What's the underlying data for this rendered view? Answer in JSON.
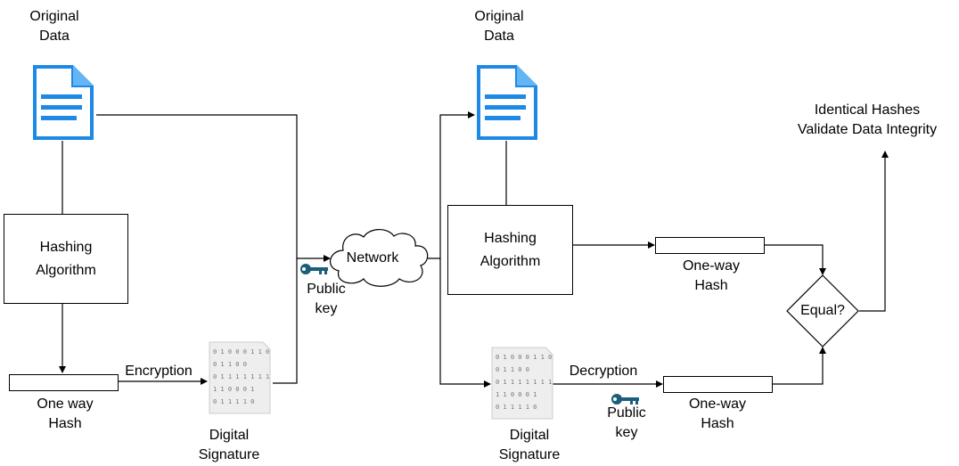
{
  "sender": {
    "original_data": [
      "Original",
      "Data"
    ],
    "hashing_algorithm": [
      "Hashing",
      "Algorithm"
    ],
    "one_way_hash": [
      "One way",
      "Hash"
    ],
    "encryption": "Encryption",
    "digital_signature": [
      "Digital",
      "Signature"
    ]
  },
  "network": {
    "label": "Network",
    "public_key": [
      "Public",
      "key"
    ]
  },
  "receiver": {
    "original_data": [
      "Original",
      "Data"
    ],
    "hashing_algorithm": [
      "Hashing",
      "Algorithm"
    ],
    "one_way_hash_top": [
      "One-way",
      "Hash"
    ],
    "digital_signature": [
      "Digital",
      "Signature"
    ],
    "decryption": "Decryption",
    "public_key": [
      "Public",
      "key"
    ],
    "one_way_hash_bottom": [
      "One-way",
      "Hash"
    ],
    "equal": "Equal?",
    "result": [
      "Identical Hashes",
      "Validate Data Integrity"
    ]
  },
  "signature_bits": [
    "0 1 0 0 0 1 1 0",
    "0 1 1      0 0",
    "0  1 1 1 1 1 1 1",
    "1 1 0  0  0   1",
    "0 1   1   1 1 0"
  ],
  "colors": {
    "doc_blue": "#1e88e5",
    "doc_light": "#64b5f6",
    "key": "#1b5e7a",
    "cloud": "#ffffff",
    "line": "#000000"
  },
  "icons": {
    "document": "document-icon",
    "signature": "signature-icon",
    "key": "key-icon",
    "cloud": "cloud-shape"
  }
}
